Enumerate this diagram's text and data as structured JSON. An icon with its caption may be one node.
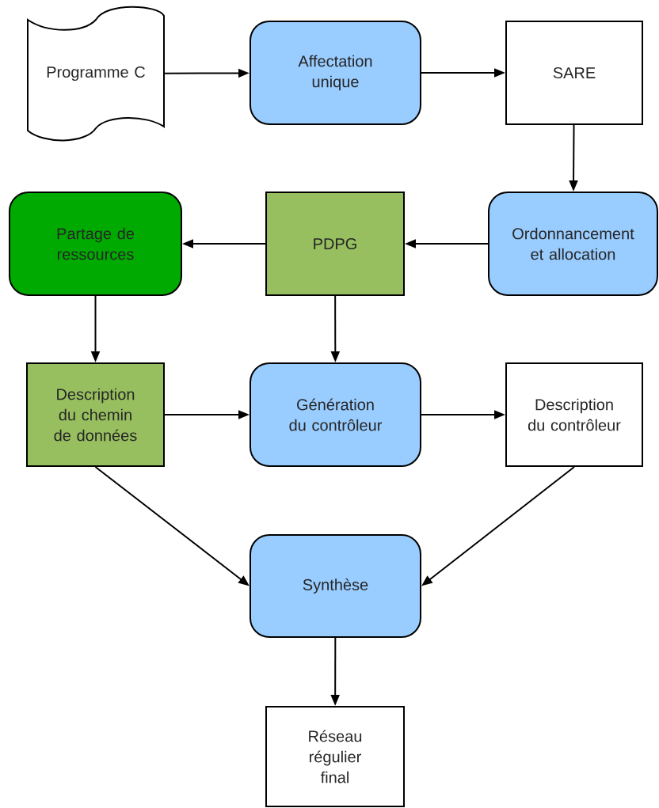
{
  "diagram": {
    "nodes": [
      {
        "text": [
          "Programme C"
        ]
      },
      {
        "text": [
          "Affectation unique"
        ]
      },
      {
        "text": [
          "SARE"
        ]
      },
      {
        "text": [
          "Ordonnancement et allocation"
        ]
      },
      {
        "text": [
          "PDPG"
        ]
      },
      {
        "text": [
          "Partage de ressources"
        ]
      },
      {
        "text": [
          "Description du chemin de données"
        ]
      },
      {
        "text": [
          "Génération du contrôleur"
        ]
      },
      {
        "text": [
          "Description du contrôleur"
        ]
      },
      {
        "text": [
          "Synthèse"
        ]
      },
      {
        "text": [
          "Réseau régulier final"
        ]
      }
    ],
    "edges": [
      {
        "from": 0,
        "to": 1,
        "arrow": "to"
      },
      {
        "from": 1,
        "to": 2,
        "arrow": "to"
      },
      {
        "from": 2,
        "to": 3,
        "arrow": "to"
      },
      {
        "from": 3,
        "to": 4,
        "arrow": "to"
      },
      {
        "from": 4,
        "to": 5,
        "arrow": "to"
      },
      {
        "from": 5,
        "to": 6,
        "arrow": "to"
      },
      {
        "from": 4,
        "to": 7,
        "arrow": "to"
      },
      {
        "from": 6,
        "to": 7,
        "arrow": "to"
      },
      {
        "from": 7,
        "to": 8,
        "arrow": "to"
      },
      {
        "from": 6,
        "to": 9,
        "arrow": "to"
      },
      {
        "from": 8,
        "to": 9,
        "arrow": "to"
      },
      {
        "from": 9,
        "to": 10,
        "arrow": "to"
      }
    ]
  }
}
